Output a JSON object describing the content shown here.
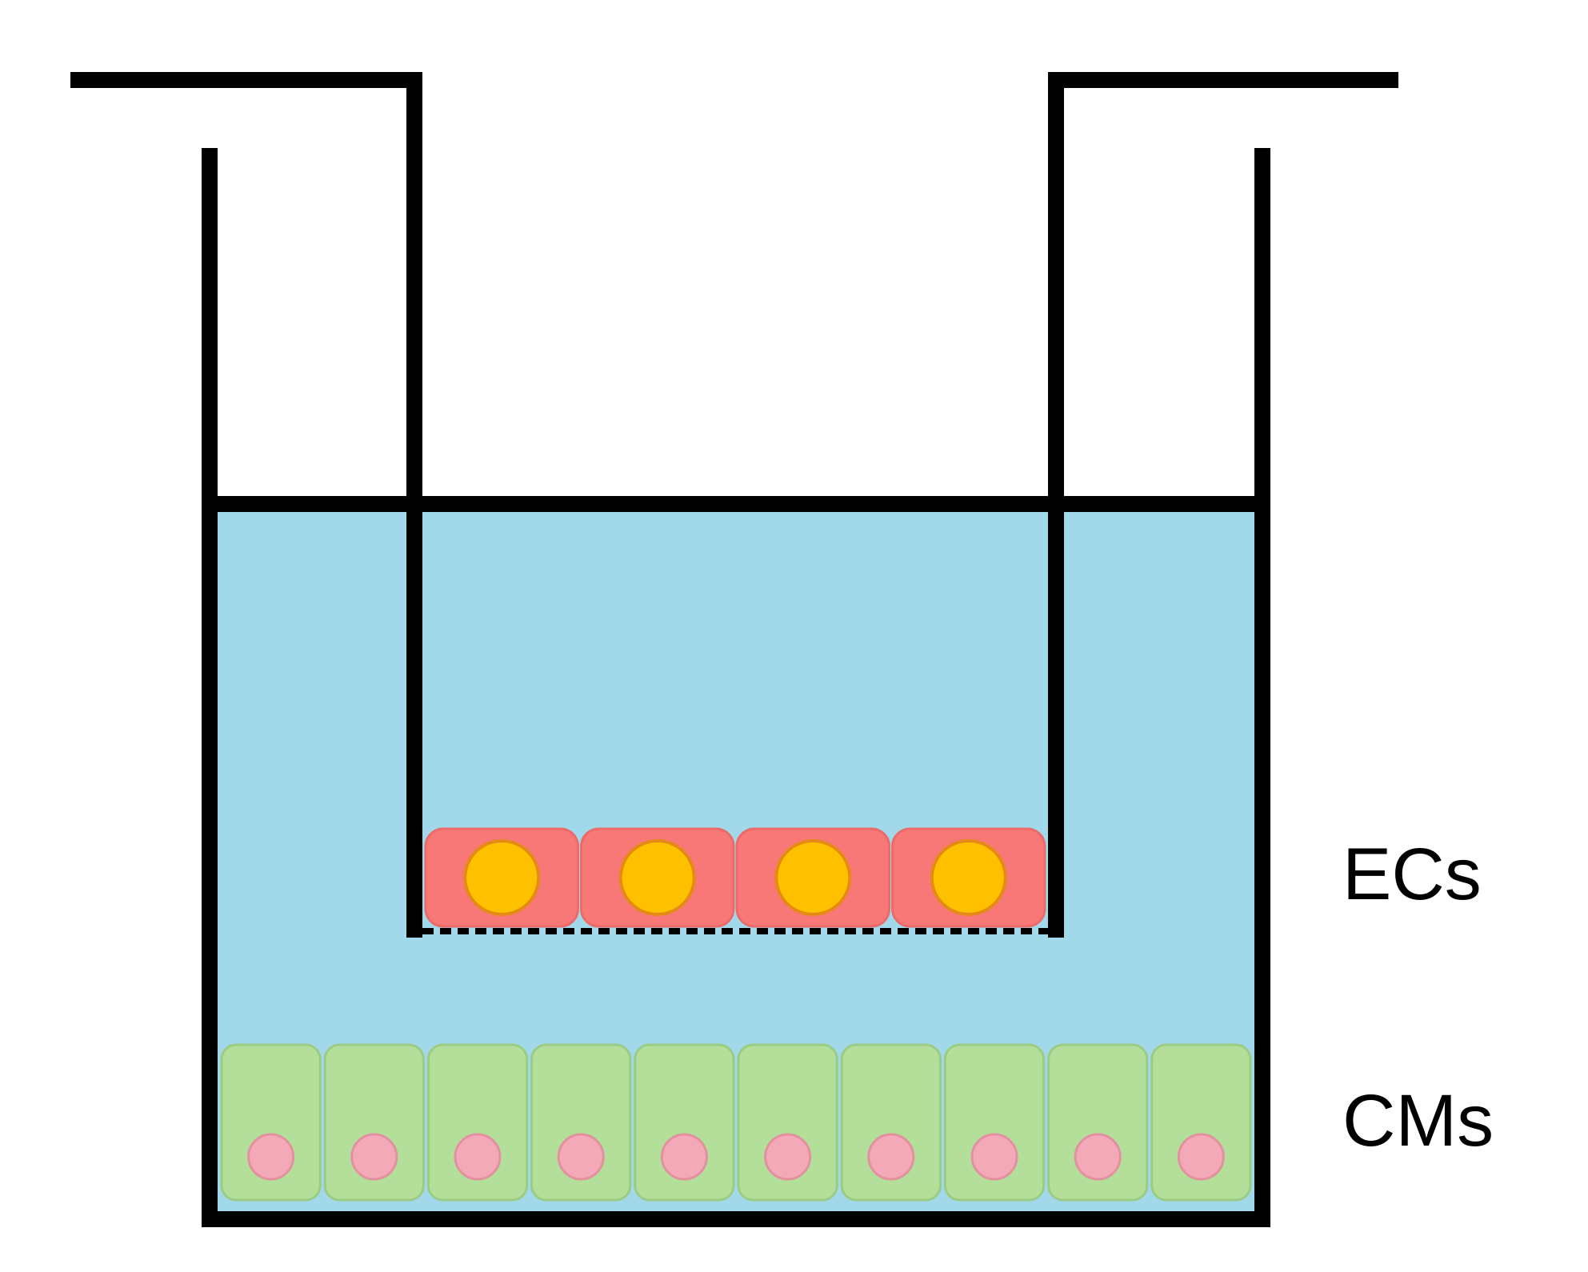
{
  "labels": {
    "ecs": "ECs",
    "cms": "CMs"
  },
  "colors": {
    "medium": "#a1d8ea",
    "wall": "#000000",
    "ec_cell": "#f87878",
    "ec_cell_border": "#ec6a6a",
    "ec_nucleus": "#ffc000",
    "ec_nucleus_border": "#e58a14",
    "cm_cell": "#b3df9a",
    "cm_cell_border": "#9ccc83",
    "cm_nucleus": "#f4a9b9",
    "cm_nucleus_border": "#e3909f",
    "membrane": "#000000",
    "background": "#ffffff"
  },
  "counts": {
    "ec_cells": 4,
    "cm_cells": 10
  }
}
